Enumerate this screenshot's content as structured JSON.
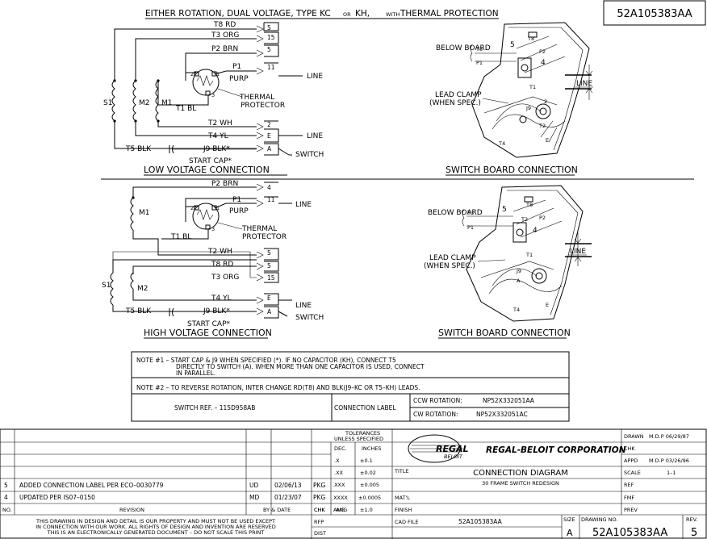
{
  "drawing_number_top": "52A105383AA",
  "main_title": "EITHER ROTATION, DUAL VOLTAGE, TYPE KC or KH, with THERMAL PROTECTION",
  "main_title_parts": [
    "EITHER ROTATION, DUAL VOLTAGE, TYPE KC",
    "OR",
    "KH,",
    "WITH",
    "THERMAL PROTECTION"
  ],
  "low": {
    "caption": "LOW VOLTAGE CONNECTION",
    "leads": {
      "t8": "T8 RD",
      "t3": "T3 ORG",
      "p2": "P2 BRN",
      "p1": "P1",
      "purp": "PURP",
      "t1": "T1 BL",
      "t2": "T2 WH",
      "t4": "T4 YL",
      "t5": "T5 BLK",
      "j9": "J9 BLK*",
      "cap": "START CAP*"
    },
    "terminals": [
      "5",
      "15",
      "5",
      "11",
      "2",
      "E",
      "A"
    ],
    "windings": [
      "S1",
      "M2",
      "M1"
    ],
    "thermal": "THERMAL PROTECTOR",
    "therm_pins": [
      "2",
      "1",
      "3"
    ],
    "line1": "LINE",
    "line2": "LINE",
    "switch": "SWITCH"
  },
  "high": {
    "caption": "HIGH VOLTAGE CONNECTION",
    "leads": {
      "p2": "P2 BRN",
      "p1": "P1",
      "purp": "PURP",
      "t1": "T1 BL",
      "t2": "T2 WH",
      "t8": "T8 RD",
      "t3": "T3 ORG",
      "t4": "T4 YL",
      "t5": "T5 BLK",
      "j9": "J9 BLK*",
      "cap": "START CAP*"
    },
    "terminals": [
      "4",
      "11",
      "5",
      "5",
      "15",
      "E",
      "A"
    ],
    "windings": [
      "M1",
      "S1",
      "M2"
    ],
    "thermal": "THERMAL PROTECTOR",
    "therm_pins": [
      "2",
      "1",
      "3"
    ],
    "line1": "LINE",
    "line2": "LINE",
    "switch": "SWITCH"
  },
  "board": {
    "caption_top": "SWITCH BOARD CONNECTION",
    "caption_bottom": "SWITCH BOARD CONNECTION",
    "below_board": "BELOW BOARD",
    "lead_clamp": "LEAD CLAMP (WHEN SPEC.)",
    "line": "LINE",
    "labels_top": [
      "T3",
      "P1",
      "5",
      "T8",
      "P2",
      "4",
      "T1",
      "2",
      "T2",
      "T4",
      "E",
      "J9"
    ],
    "labels_bottom": [
      "T3",
      "P1",
      "5",
      "T8",
      "T2",
      "P2",
      "4",
      "T1",
      "J9",
      "A",
      "T4",
      "E"
    ]
  },
  "notes": {
    "note1": "NOTE #1 – START CAP & J9 WHEN SPECIFIED (*). IF NO CAPACITOR (KH), CONNECT T5 DIRECTLY TO SWITCH (A). WHEN MORE THAN ONE CAPACITOR IS USED, CONNECT IN PARALLEL.",
    "note1_lines": [
      "NOTE #1 –  START CAP & J9 WHEN SPECIFIED (*). IF NO CAPACITOR (KH), CONNECT T5",
      "DIRECTLY TO SWITCH (A). WHEN MORE THAN ONE CAPACITOR IS USED, CONNECT",
      "IN PARALLEL."
    ],
    "note2": "NOTE #2 –  TO REVERSE ROTATION, INTER    CHANGE RD(T8) AND BLK(J9–KC OR T5–KH) LEADS.",
    "switch_ref": "SWITCH REF. – 115D958AB",
    "connection_label": "CONNECTION LABEL",
    "ccw": "CCW ROTATION:",
    "ccw_val": "NP52X332051AA",
    "cw": "CW ROTATION:",
    "cw_val": "NP52X332051AC"
  },
  "title_block": {
    "tolerances": "TOLERANCES UNLESS SPECIFIED",
    "tol_head": [
      "DEC.",
      "INCHES"
    ],
    "tol_rows": [
      [
        ".X",
        "±0.1"
      ],
      [
        ".XX",
        "±0.02"
      ],
      [
        ".XXX",
        "±0.005"
      ],
      [
        ".XXXX",
        "±0.0005"
      ],
      [
        "ANG",
        "±1.0"
      ]
    ],
    "logo": "REGAL",
    "logo_sub": "BELOIT",
    "company": "REGAL-BELOIT CORPORATION",
    "title_label": "TITLE",
    "title": "CONNECTION DIAGRAM",
    "subtitle": "30 FRAME SWITCH REDESIGN",
    "matl": "MAT'L",
    "finish": "FINISH",
    "chk": "CHK",
    "rfp": "RFP",
    "cad_file": "CAD FILE",
    "cad_val": "52A105383AA",
    "dist": "DIST",
    "size": "SIZE",
    "size_val": "A",
    "dwg_no": "DRAWING NO.",
    "dwg_val": "52A105383AA",
    "rev": "REV.",
    "rev_val": "5",
    "drawn": "DRAWN",
    "drawn_val": "M.D.P 06/29/87",
    "chk_r": "CHK",
    "appd": "APPD",
    "appd_val": "M.D.P 03/26/96",
    "scale": "SCALE",
    "scale_val": "1–1",
    "ref": "REF",
    "fmf": "FMF",
    "prev": "PREV",
    "revisions": [
      {
        "no": "5",
        "desc": "ADDED CONNECTION LABEL PER ECO–0030779",
        "by": "UD",
        "date": "02/06/13",
        "chk": "PKG"
      },
      {
        "no": "4",
        "desc": "UPDATED PER IS07–0150",
        "by": "MD",
        "date": "01/23/07",
        "chk": "PKG"
      }
    ],
    "rev_head": [
      "NO.",
      "REVISION",
      "BY & DATE",
      "CHK"
    ],
    "disclaimer": [
      "THIS DRAWING IN DESIGN AND DETAIL IS OUR PROPERTY AND MUST NOT BE USED EXCEPT",
      "IN CONNECTION WITH OUR WORK. ALL RIGHTS OF DESIGN AND INVENTION ARE RESERVED",
      "THIS IS AN ELECTRONICALLY GENERATED DOCUMENT – DO NOT SCALE THIS PRINT"
    ]
  }
}
